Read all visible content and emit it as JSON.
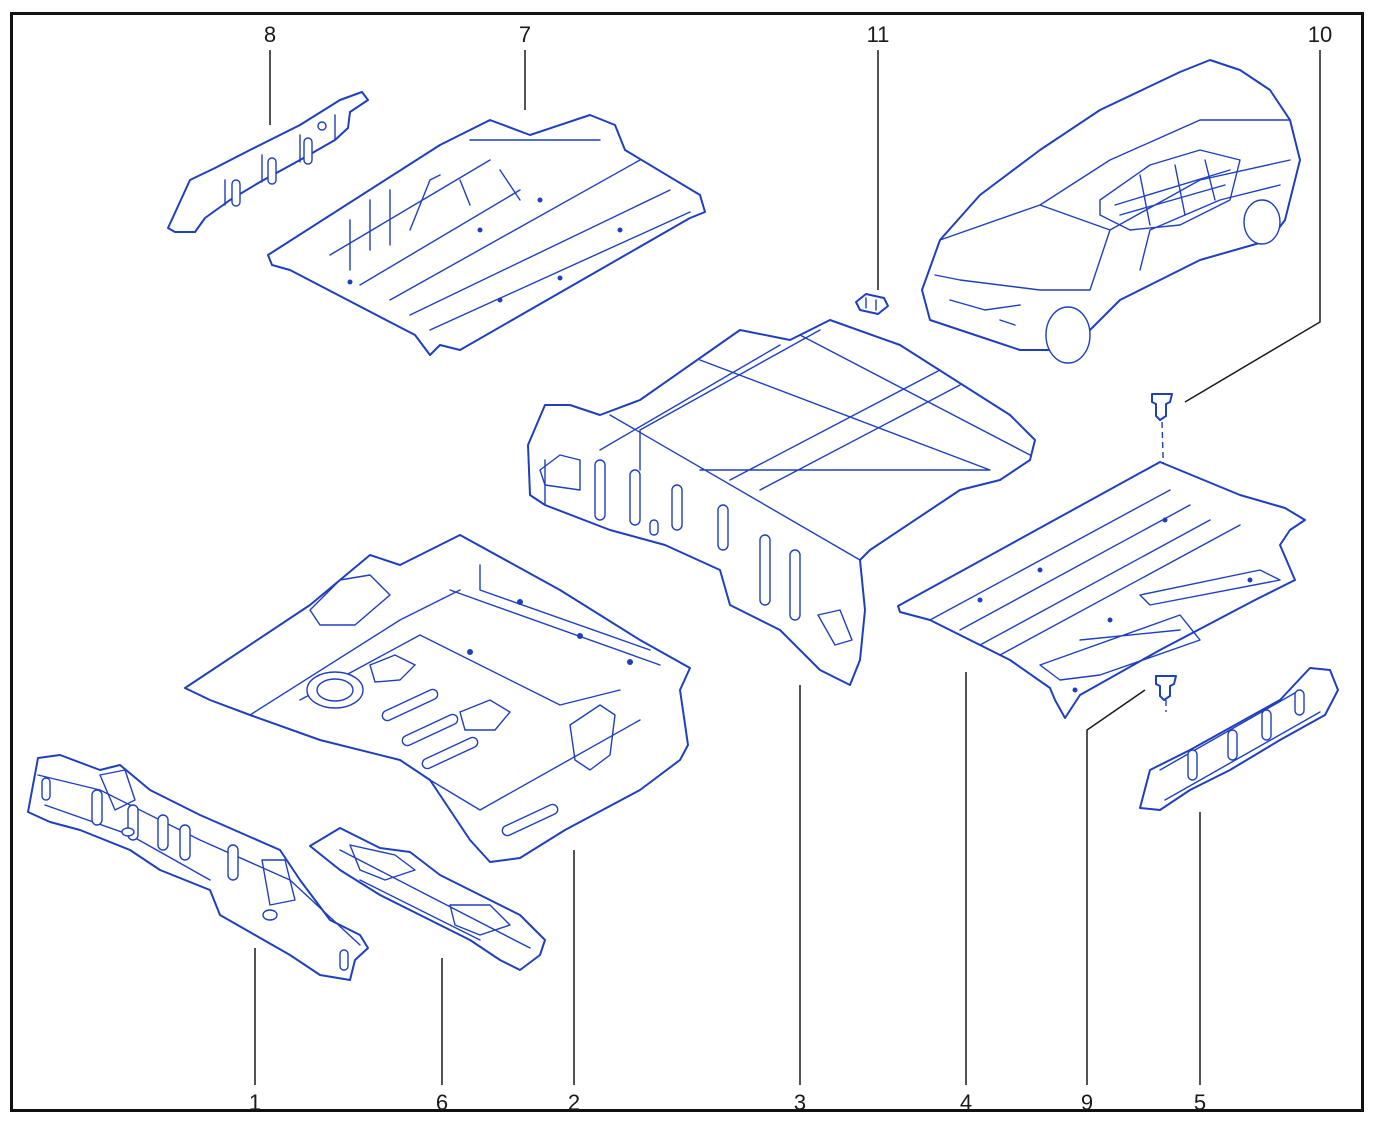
{
  "diagram": {
    "callouts": [
      {
        "id": "1",
        "label": "1"
      },
      {
        "id": "2",
        "label": "2"
      },
      {
        "id": "3",
        "label": "3"
      },
      {
        "id": "4",
        "label": "4"
      },
      {
        "id": "5",
        "label": "5"
      },
      {
        "id": "6",
        "label": "6"
      },
      {
        "id": "7",
        "label": "7"
      },
      {
        "id": "8",
        "label": "8"
      },
      {
        "id": "9",
        "label": "9"
      },
      {
        "id": "10",
        "label": "10"
      },
      {
        "id": "11",
        "label": "11"
      }
    ],
    "colors": {
      "line_art": "#1f3fbf",
      "labels": "#1a1a1a",
      "frame": "#111111"
    }
  }
}
